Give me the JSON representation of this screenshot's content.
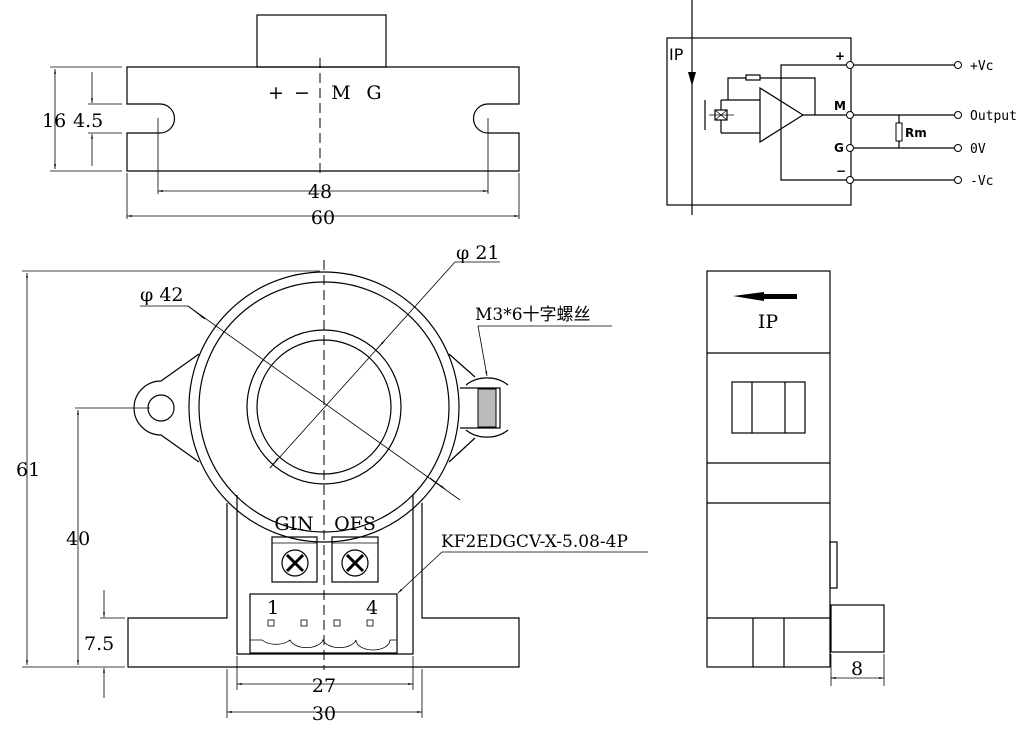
{
  "top_view": {
    "pins": [
      "+",
      "−",
      "M",
      "G"
    ],
    "dims": {
      "height": "16",
      "slot": "4.5",
      "hole_pitch": "48",
      "width": "60"
    }
  },
  "schematic": {
    "ip_label": "IP",
    "terminals": [
      "+",
      "M",
      "G",
      "−"
    ],
    "outputs": [
      "+Vc",
      "Output",
      "0V",
      "-Vc"
    ],
    "resistor": "Rm"
  },
  "front_view": {
    "outer_dia": "φ 42",
    "inner_dia": "φ 21",
    "screw": "M3*6十字螺丝",
    "pots": [
      "GIN",
      "OFS"
    ],
    "connector": "KF2EDGCV-X-5.08-4P",
    "pin_first": "1",
    "pin_last": "4",
    "dims": {
      "height": "61",
      "mount_height": "40",
      "base": "7.5",
      "inner_width": "27",
      "outer_width": "30"
    }
  },
  "side_view": {
    "ip_label": "IP",
    "dim": "8"
  }
}
